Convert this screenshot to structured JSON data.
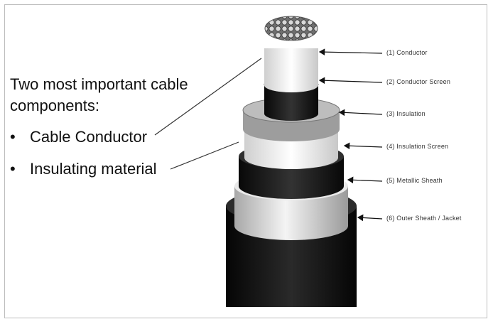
{
  "text": {
    "headline": "Two most important cable components:",
    "bullets": [
      "Cable Conductor",
      "Insulating material"
    ]
  },
  "layers": [
    {
      "label": "(1) Conductor"
    },
    {
      "label": "(2) Conductor Screen"
    },
    {
      "label": "(3) Insulation"
    },
    {
      "label": "(4) Insulation Screen"
    },
    {
      "label": "(5) Metallic Sheath"
    },
    {
      "label": "(6) Outer Sheath / Jacket"
    }
  ],
  "colors": {
    "conductor": "#8a8a8a",
    "conductor_screen": "#1a1a1a",
    "insulation": "#bdbdbd",
    "insulation_screen": "#f2f2f2",
    "metallic_sheath": "#222222",
    "jacket": "#151515",
    "text": "#111111"
  }
}
